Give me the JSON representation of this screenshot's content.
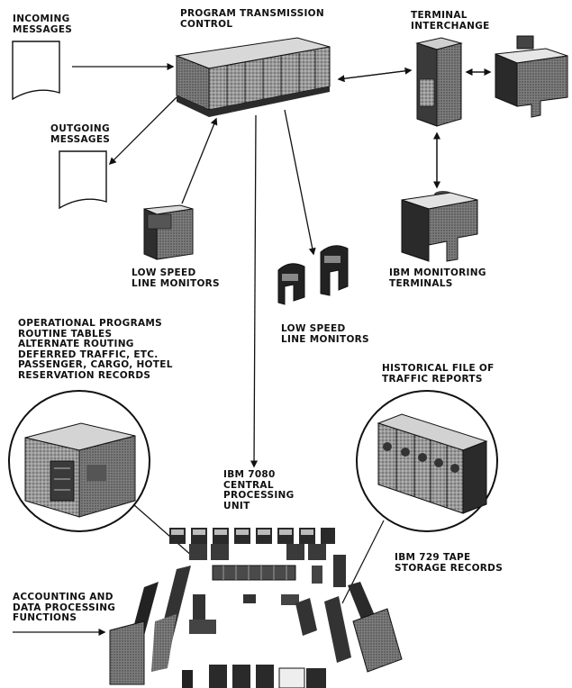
{
  "labels": {
    "incoming_messages": "INCOMING\nMESSAGES",
    "program_transmission_control": "PROGRAM TRANSMISSION\nCONTROL",
    "terminal_interchange": "TERMINAL\nINTERCHANGE",
    "outgoing_messages": "OUTGOING\nMESSAGES",
    "low_speed_line_monitors_left": "LOW SPEED\nLINE MONITORS",
    "low_speed_line_monitors_center": "LOW SPEED\nLINE MONITORS",
    "ibm_monitoring_terminals": "IBM MONITORING\nTERMINALS",
    "operational_programs": "OPERATIONAL PROGRAMS\nROUTINE TABLES\nALTERNATE ROUTING\nDEFERRED TRAFFIC, ETC.\nPASSENGER, CARGO, HOTEL\nRESERVATION RECORDS",
    "historical_file": "HISTORICAL FILE OF\nTRAFFIC REPORTS",
    "ibm_7080": "IBM 7080\nCENTRAL\nPROCESSING\nUNIT",
    "ibm_729": "IBM 729 TAPE\nSTORAGE RECORDS",
    "accounting": "ACCOUNTING AND\nDATA PROCESSING\nFUNCTIONS"
  },
  "colors": {
    "ink": "#111111",
    "panel": "#6a6a6a",
    "panel_dark": "#2b2b2b",
    "paper": "#ffffff"
  }
}
